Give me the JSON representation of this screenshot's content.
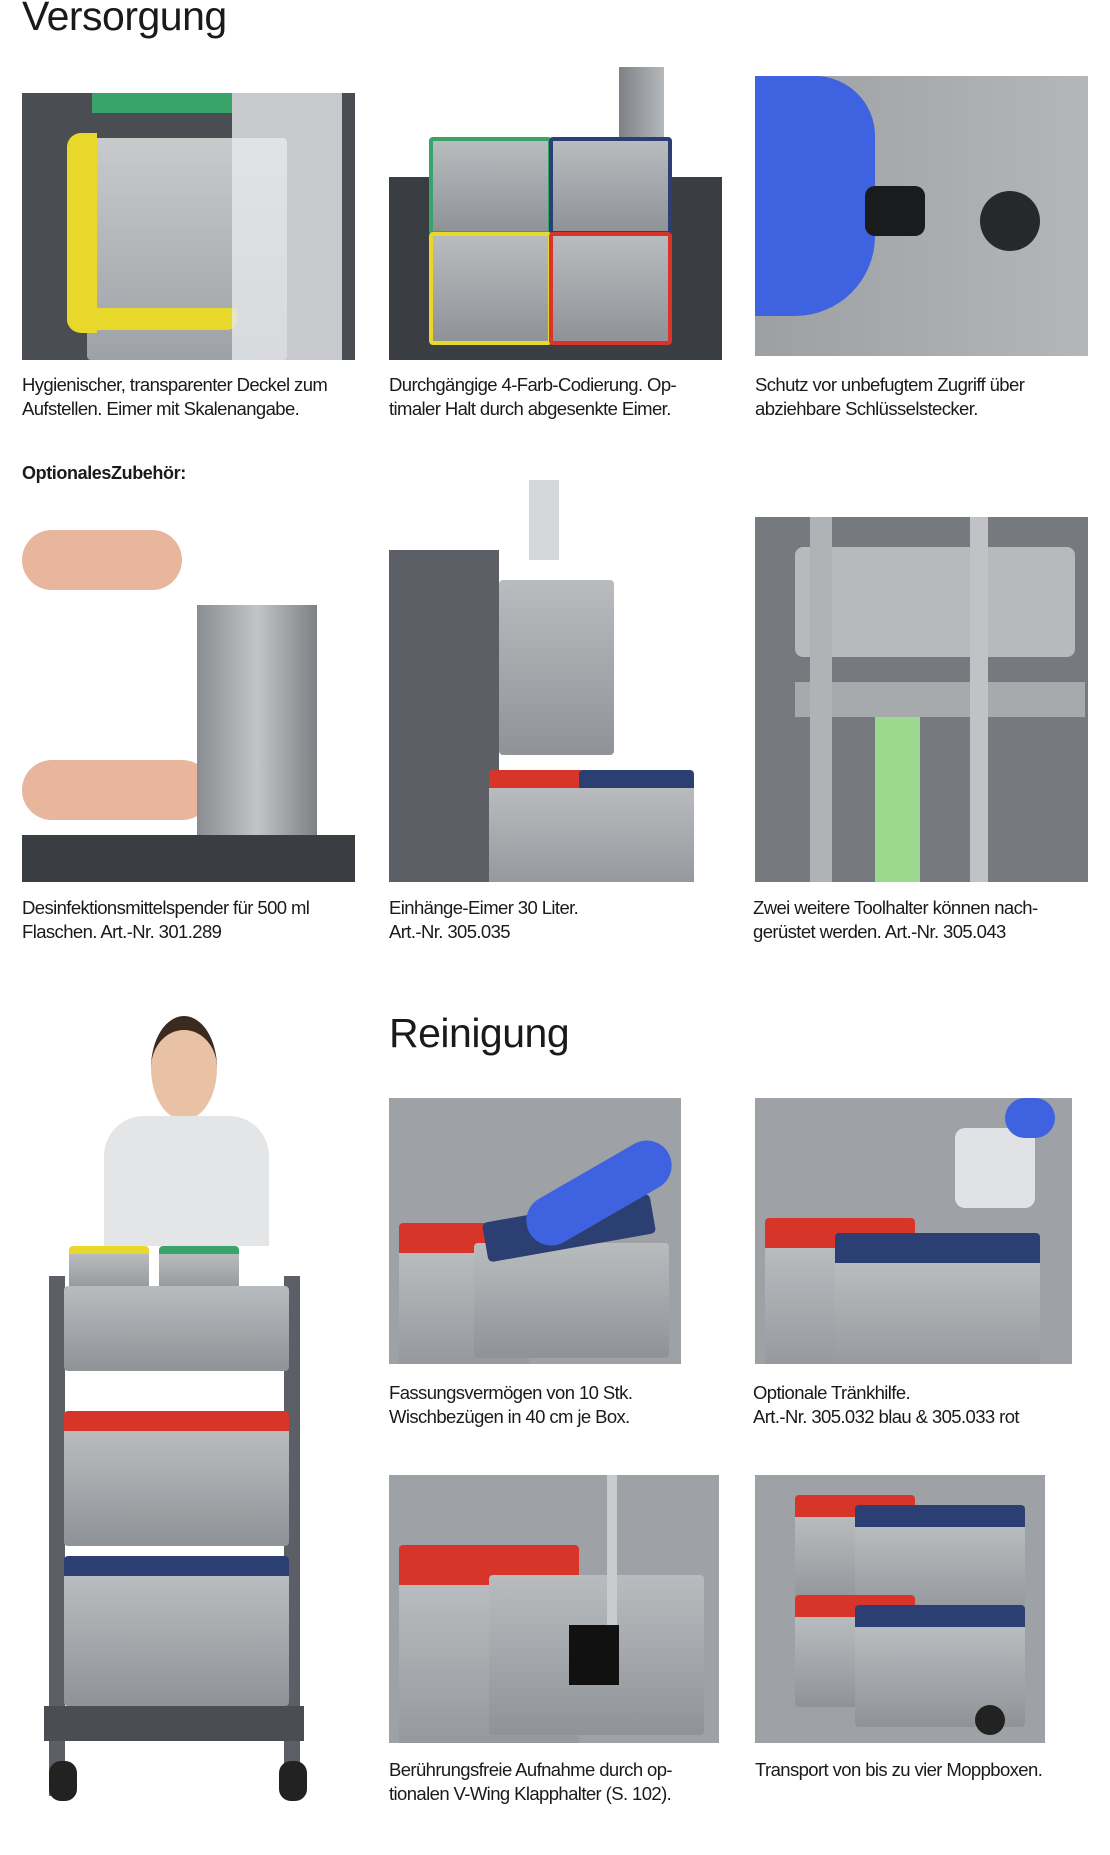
{
  "sections": {
    "versorgung": {
      "title": "Versorgung",
      "items": [
        {
          "caption_line1": "Hygienischer, transparenter Deckel zum",
          "caption_line2": "Aufstellen. Eimer mit Skalenangabe."
        },
        {
          "caption_line1": "Durchgängige 4-Farb-Codierung. Op-",
          "caption_line2": "timaler Halt durch abgesenkte Eimer."
        },
        {
          "caption_line1": "Schutz vor unbefugtem Zugriff über",
          "caption_line2": "abziehbare Schlüsselstecker."
        }
      ]
    },
    "optional": {
      "title": "OptionalesZubehör:",
      "items": [
        {
          "caption_line1": "Desinfektionsmittelspender für 500 ml",
          "caption_line2": "Flaschen. Art.-Nr. 301.289"
        },
        {
          "caption_line1": "Einhänge-Eimer 30 Liter.",
          "caption_line2": "Art.-Nr. 305.035"
        },
        {
          "caption_line1": "Zwei weitere Toolhalter können nach-",
          "caption_line2": "gerüstet werden. Art.-Nr. 305.043"
        }
      ]
    },
    "reinigung": {
      "title": "Reinigung",
      "items": [
        {
          "caption_line1": "Fassungsvermögen von 10 Stk.",
          "caption_line2": "Wischbezügen in 40 cm je Box."
        },
        {
          "caption_line1": "Optionale Tränkhilfe.",
          "caption_line2": "Art.-Nr. 305.032 blau & 305.033 rot"
        },
        {
          "caption_line1": "Berührungsfreie Aufnahme durch op-",
          "caption_line2": "tionalen V-Wing Klapphalter (S. 102)."
        },
        {
          "caption_line1": "Transport von bis zu vier Moppboxen.",
          "caption_line2": ""
        }
      ]
    }
  },
  "colors": {
    "red": "#d8352a",
    "blue": "#2b3f72",
    "yellow": "#e9d82c",
    "green": "#3aa36a",
    "glove": "#3f63e0"
  }
}
